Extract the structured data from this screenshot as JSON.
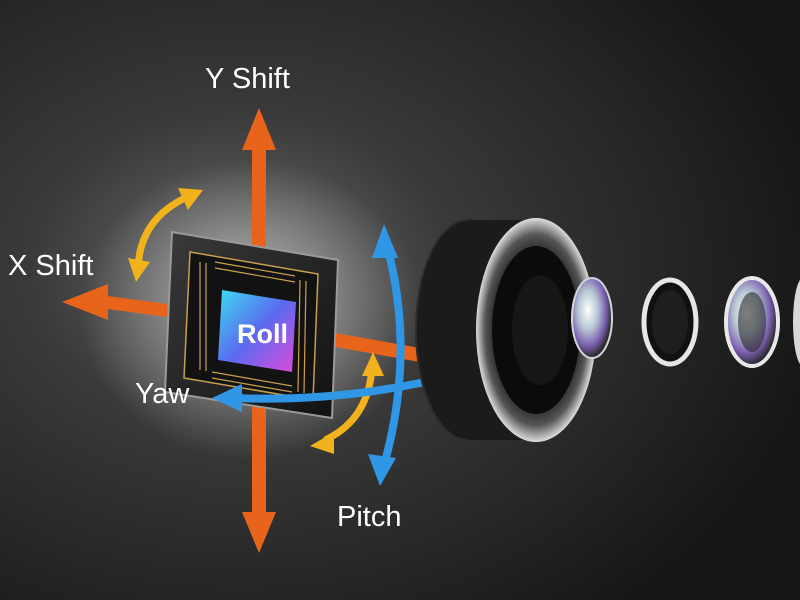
{
  "labels": {
    "y_shift": "Y Shift",
    "x_shift": "X Shift",
    "yaw": "Yaw",
    "pitch": "Pitch",
    "roll": "Roll"
  },
  "colors": {
    "shift_arrow": "#e8641a",
    "rotation_arrow_yellow": "#f2b21c",
    "rotation_arrow_blue": "#2f97e6",
    "background": "#1a1a1a"
  }
}
